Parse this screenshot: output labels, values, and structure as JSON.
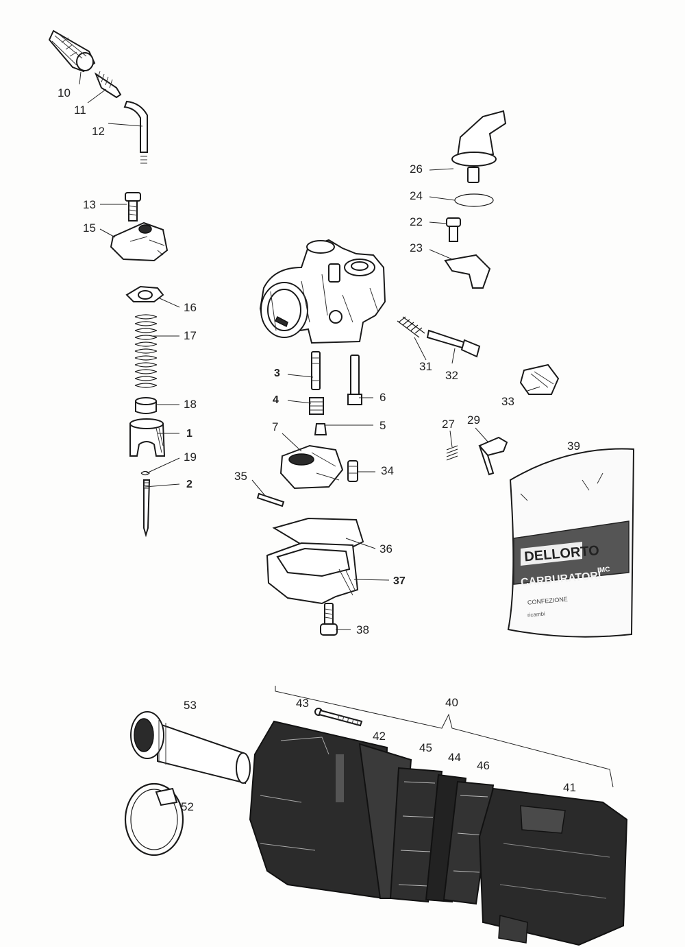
{
  "callouts": {
    "c1": "1",
    "c2": "2",
    "c3": "3",
    "c4": "4",
    "c5": "5",
    "c6": "6",
    "c7": "7",
    "c10": "10",
    "c11": "11",
    "c12": "12",
    "c13": "13",
    "c15": "15",
    "c16": "16",
    "c17": "17",
    "c18": "18",
    "c19": "19",
    "c22": "22",
    "c23": "23",
    "c24": "24",
    "c26": "26",
    "c27": "27",
    "c29": "29",
    "c31": "31",
    "c32": "32",
    "c33": "33",
    "c34": "34",
    "c35": "35",
    "c36": "36",
    "c37": "37",
    "c38": "38",
    "c39": "39",
    "c40": "40",
    "c41": "41",
    "c42": "42",
    "c43": "43",
    "c44": "44",
    "c45": "45",
    "c46": "46",
    "c52": "52",
    "c53": "53"
  },
  "bag": {
    "brand": "DELLORTO",
    "product": "CARBURATORI",
    "badge": "IMC",
    "line1": "CONFEZIONE",
    "line2": "ricambi"
  }
}
